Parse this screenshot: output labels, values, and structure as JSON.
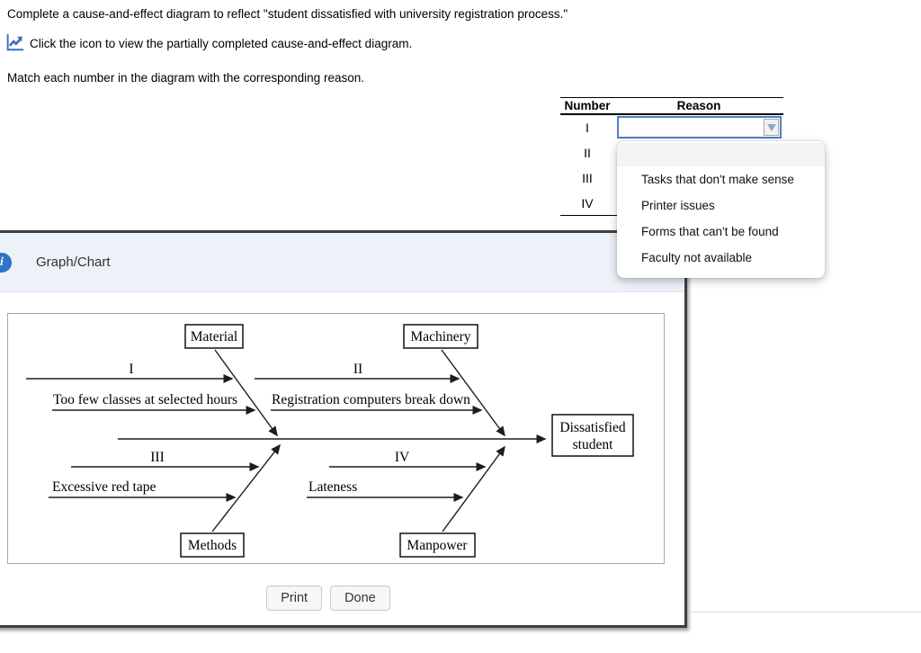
{
  "instructions": {
    "line1": "Complete a cause-and-effect diagram to reflect \"student dissatisfied with university registration process.\"",
    "line2": "Click the icon to view the partially completed cause-and-effect diagram.",
    "line3": "Match each number in the diagram with the corresponding reason."
  },
  "match_table": {
    "col_number": "Number",
    "col_reason": "Reason",
    "rows": [
      {
        "number": "I",
        "reason": ""
      },
      {
        "number": "II",
        "reason": ""
      },
      {
        "number": "III",
        "reason": ""
      },
      {
        "number": "IV",
        "reason": ""
      }
    ],
    "dropdown": {
      "selected": "",
      "options": [
        "",
        "Tasks that don't make sense",
        "Printer issues",
        "Forms that can't be found",
        "Faculty not available"
      ]
    }
  },
  "modal": {
    "title": "Graph/Chart",
    "print_label": "Print",
    "done_label": "Done"
  },
  "chart_data": {
    "type": "fishbone-diagram",
    "title": "Cause-and-effect (fishbone) diagram",
    "effect": {
      "label": "Dissatisfied student",
      "line1": "Dissatisfied",
      "line2": "student"
    },
    "branches": [
      {
        "category": "Material",
        "position": "top-left",
        "causes": [
          {
            "label": "I"
          },
          {
            "label": "Too few classes at selected hours"
          }
        ]
      },
      {
        "category": "Machinery",
        "position": "top-right",
        "causes": [
          {
            "label": "II"
          },
          {
            "label": "Registration computers break down"
          }
        ]
      },
      {
        "category": "Methods",
        "position": "bottom-left",
        "causes": [
          {
            "label": "III"
          },
          {
            "label": "Excessive red tape"
          }
        ]
      },
      {
        "category": "Manpower",
        "position": "bottom-right",
        "causes": [
          {
            "label": "IV"
          },
          {
            "label": "Lateness"
          }
        ]
      }
    ]
  },
  "colors": {
    "accent_blue": "#2e74c4",
    "focus_border": "#4c7fc4",
    "modal_header_bg": "#edf1f8",
    "modal_border": "#3f3f3f"
  }
}
